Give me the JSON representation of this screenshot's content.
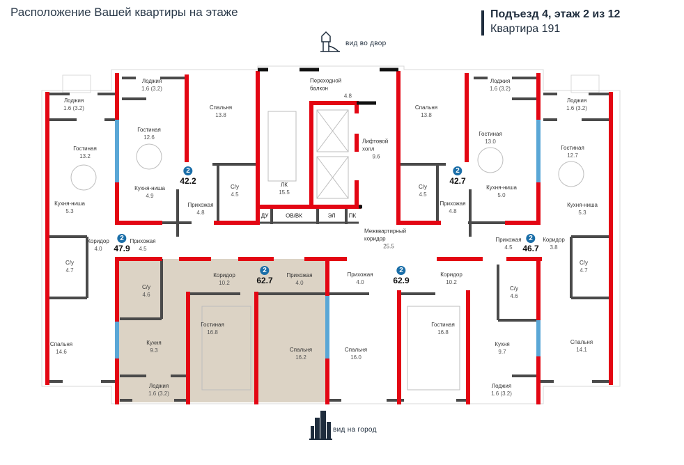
{
  "header": {
    "title": "Расположение Вашей квартиры на этаже",
    "entrance_floor": "Подъезд 4, этаж 2 из 12",
    "apartment": "Квартира 191"
  },
  "views": {
    "yard": {
      "label": "вид во двор",
      "icon": "playground-icon"
    },
    "city": {
      "label": "вид на город",
      "icon": "city-buildings-icon"
    }
  },
  "colors": {
    "exterior_wall": "#e30613",
    "partition": "#4a4a4a",
    "window": "#5aa7d6",
    "selected_apartment": "#dcd3c5",
    "badge": "#1a6ea8"
  },
  "selected_apartment": "62.7",
  "apartments": [
    {
      "rooms": "2",
      "area": "42.2"
    },
    {
      "rooms": "2",
      "area": "42.7"
    },
    {
      "rooms": "2",
      "area": "47.9"
    },
    {
      "rooms": "2",
      "area": "46.7"
    },
    {
      "rooms": "2",
      "area": "62.7"
    },
    {
      "rooms": "2",
      "area": "62.9"
    }
  ],
  "rooms": [
    {
      "name": "Лоджия",
      "area": "1.6 (3.2)"
    },
    {
      "name": "Гостиная",
      "area": "13.2"
    },
    {
      "name": "Кухня-ниша",
      "area": "5.3"
    },
    {
      "name": "Коридор",
      "area": "4.0"
    },
    {
      "name": "С/у",
      "area": "4.7"
    },
    {
      "name": "Спальня",
      "area": "14.6"
    },
    {
      "name": "Лоджия",
      "area": "1.6 (3.2)"
    },
    {
      "name": "Гостиная",
      "area": "12.6"
    },
    {
      "name": "Кухня-ниша",
      "area": "4.9"
    },
    {
      "name": "Спальня",
      "area": "13.8"
    },
    {
      "name": "С/у",
      "area": "4.5"
    },
    {
      "name": "Прихожая",
      "area": "4.8"
    },
    {
      "name": "Прихожая",
      "area": "4.5"
    },
    {
      "name": "ЛК",
      "area": "15.5"
    },
    {
      "name": "Переходной балкон",
      "area": "4.8"
    },
    {
      "name": "Лифтовой холл",
      "area": "9.6"
    },
    {
      "name": "Межквартирный коридор",
      "area": "25.5"
    },
    {
      "name": "Спальня",
      "area": "13.8"
    },
    {
      "name": "С/у",
      "area": "4.5"
    },
    {
      "name": "Прихожая",
      "area": "4.8"
    },
    {
      "name": "Лоджия",
      "area": "1.6 (3.2)"
    },
    {
      "name": "Гостиная",
      "area": "13.0"
    },
    {
      "name": "Кухня-ниша",
      "area": "5.0"
    },
    {
      "name": "Лоджия",
      "area": "1.6 (3.2)"
    },
    {
      "name": "Гостиная",
      "area": "12.7"
    },
    {
      "name": "Кухня-ниша",
      "area": "5.3"
    },
    {
      "name": "Прихожая",
      "area": "4.5"
    },
    {
      "name": "Коридор",
      "area": "3.8"
    },
    {
      "name": "С/у",
      "area": "4.7"
    },
    {
      "name": "Спальня",
      "area": "14.1"
    },
    {
      "name": "Коридор",
      "area": "10.2"
    },
    {
      "name": "Прихожая",
      "area": "4.0"
    },
    {
      "name": "С/у",
      "area": "4.6"
    },
    {
      "name": "Кухня",
      "area": "9.3"
    },
    {
      "name": "Гостиная",
      "area": "16.8"
    },
    {
      "name": "Спальня",
      "area": "16.2"
    },
    {
      "name": "Лоджия",
      "area": "1.6 (3.2)"
    },
    {
      "name": "Прихожая",
      "area": "4.0"
    },
    {
      "name": "Коридор",
      "area": "10.2"
    },
    {
      "name": "Спальня",
      "area": "16.0"
    },
    {
      "name": "Гостиная",
      "area": "16.8"
    },
    {
      "name": "С/у",
      "area": "4.6"
    },
    {
      "name": "Кухня",
      "area": "9.7"
    },
    {
      "name": "Лоджия",
      "area": "1.6 (3.2)"
    }
  ],
  "service_rooms": [
    "ДУ",
    "ОВ/ВК",
    "ЭЛ",
    "ПК"
  ]
}
